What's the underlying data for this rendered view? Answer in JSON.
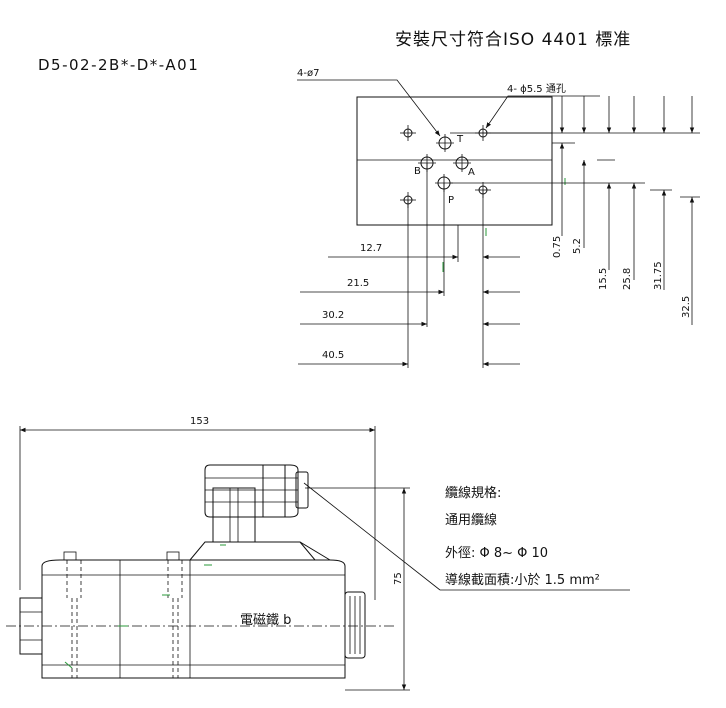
{
  "header": {
    "title": "安裝尺寸符合ISO 4401 標准",
    "model": "D5-02-2B*-D*-A01"
  },
  "top_view": {
    "hole_large_label": "4-ø7",
    "hole_small_label": "4- ϕ5.5 通孔",
    "port_labels": {
      "T": "T",
      "A": "A",
      "B": "B",
      "P": "P"
    },
    "horizontal_dims": [
      "12.7",
      "21.5",
      "30.2",
      "40.5"
    ],
    "vertical_dims": [
      "0.75",
      "5.2",
      "15.5",
      "25.8",
      "31.75",
      "32.5"
    ]
  },
  "side_view": {
    "length_dim": "153",
    "height_dim": "75",
    "solenoid_label": "電磁鐵 b",
    "cable_spec_title": "纜線規格:",
    "cable_type": "通用纜線",
    "outer_diameter": "外徑: Φ 8~ Φ 10",
    "conductor_area": "導線截面積:小於 1.5 mm²"
  }
}
